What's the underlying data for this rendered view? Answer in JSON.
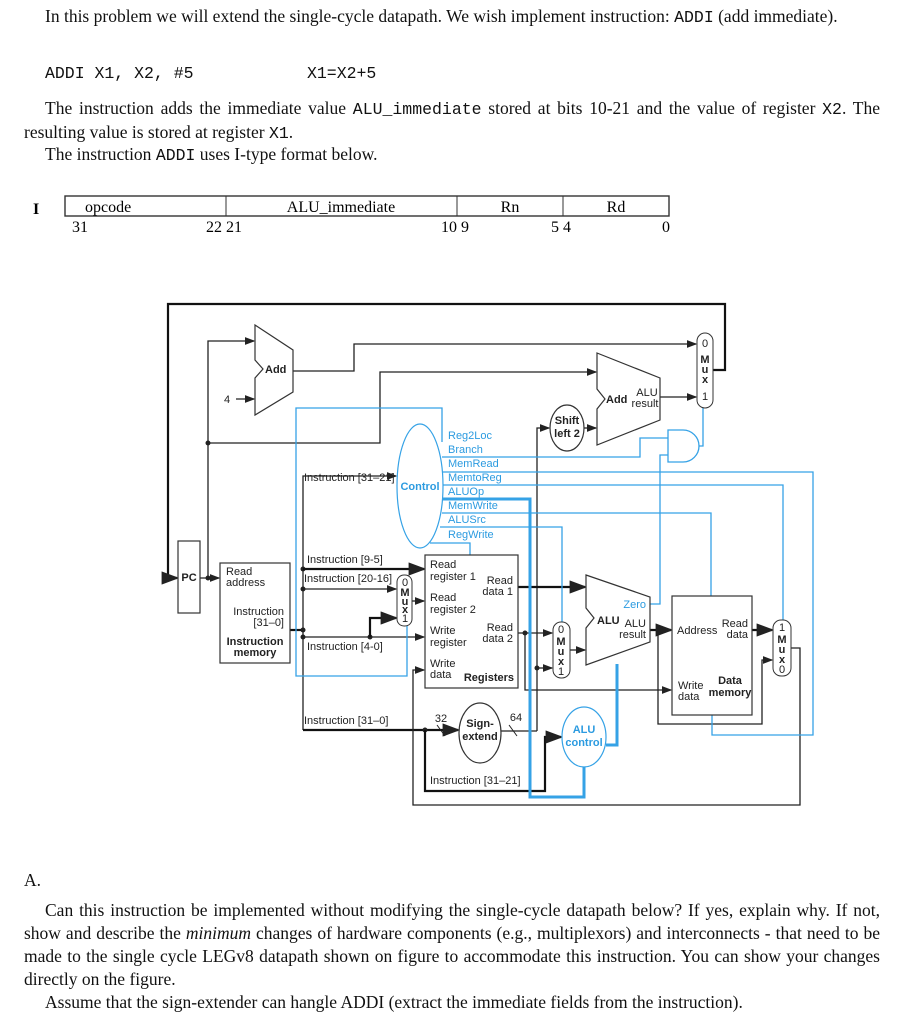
{
  "intro": {
    "p1_text": "In this problem we will extend the single-cycle datapath. We wish implement instruction: ",
    "p1_code": "ADDI",
    "p1_end": " (add immediate).",
    "code_line": "ADDI X1, X2, #5",
    "code_comment": "X1=X2+5",
    "p2_a": "The instruction adds the immediate value ",
    "p2_code1": "ALU_immediate",
    "p2_b": " stored at bits 10-21 and the value of register ",
    "p2_code2": "X2",
    "p2_c": ". The resulting value is stored at register ",
    "p2_code3": "X1",
    "p2_d": ".",
    "p3_a": "The instruction ",
    "p3_code": "ADDI",
    "p3_b": " uses I-type format below."
  },
  "format": {
    "type": "I",
    "fields": [
      "opcode",
      "ALU_immediate",
      "Rn",
      "Rd"
    ],
    "bits": [
      "31",
      "22 21",
      "10 9",
      "5 4",
      "0"
    ]
  },
  "diagram": {
    "pc": "PC",
    "add": "Add",
    "four": "4",
    "add2": "Add",
    "alu_result_top": "ALU",
    "alu_result_bottom": "result",
    "shift_top": "Shift",
    "shift_bottom": "left 2",
    "control": "Control",
    "control_signals": [
      "Reg2Loc",
      "Branch",
      "MemRead",
      "MemtoReg",
      "ALUOp",
      "MemWrite",
      "ALUSrc",
      "RegWrite"
    ],
    "imem_read1": "Read",
    "imem_read2": "address",
    "imem_instr1": "Instruction",
    "imem_instr2": "[31–0]",
    "imem_name1": "Instruction",
    "imem_name2": "memory",
    "instr_31_21": "Instruction [31–21]",
    "instr_9_5": "Instruction [9-5]",
    "instr_20_16": "Instruction [20-16]",
    "instr_4_0": "Instruction [4-0]",
    "instr_31_0": "Instruction [31–0]",
    "instr_31_21_b": "Instruction [31–21]",
    "mux_labels": [
      "0",
      "M",
      "u",
      "x",
      "1"
    ],
    "right_mux_labels": [
      "1",
      "M",
      "u",
      "x",
      "0"
    ],
    "reg_read1a": "Read",
    "reg_read1b": "register 1",
    "reg_read2a": "Read",
    "reg_read2b": "register 2",
    "reg_writea": "Write",
    "reg_writeb": "register",
    "reg_wdataa": "Write",
    "reg_wdatab": "data",
    "reg_rd1a": "Read",
    "reg_rd1b": "data 1",
    "reg_rd2a": "Read",
    "reg_rd2b": "data 2",
    "registers": "Registers",
    "bits32": "32",
    "bits64": "64",
    "sign1": "Sign-",
    "sign2": "extend",
    "aluctl1": "ALU",
    "aluctl2": "control",
    "zero": "Zero",
    "alu": "ALU",
    "alu_res1": "ALU",
    "alu_res2": "result",
    "dm_address": "Address",
    "dm_read1": "Read",
    "dm_read2": "data",
    "dm_write1": "Write",
    "dm_write2": "data",
    "dm_name1": "Data",
    "dm_name2": "memory"
  },
  "question": {
    "label": "A.",
    "p1": "Can this instruction be implemented without modifying the single-cycle datapath below? If yes, explain why. If not, show and describe the ",
    "p1_em": "minimum",
    "p1_b": " changes of hardware components (e.g., multiplexors) and interconnects - that need to be made to the single cycle LEGv8 datapath shown on figure to accommodate this instruction. You can show your changes directly on the figure.",
    "p2": "Assume that the sign-extender can hangle ADDI (extract the immediate fields from the instruction)."
  },
  "colors": {
    "control_blue": "#35a2e6",
    "wire": "#222222"
  }
}
